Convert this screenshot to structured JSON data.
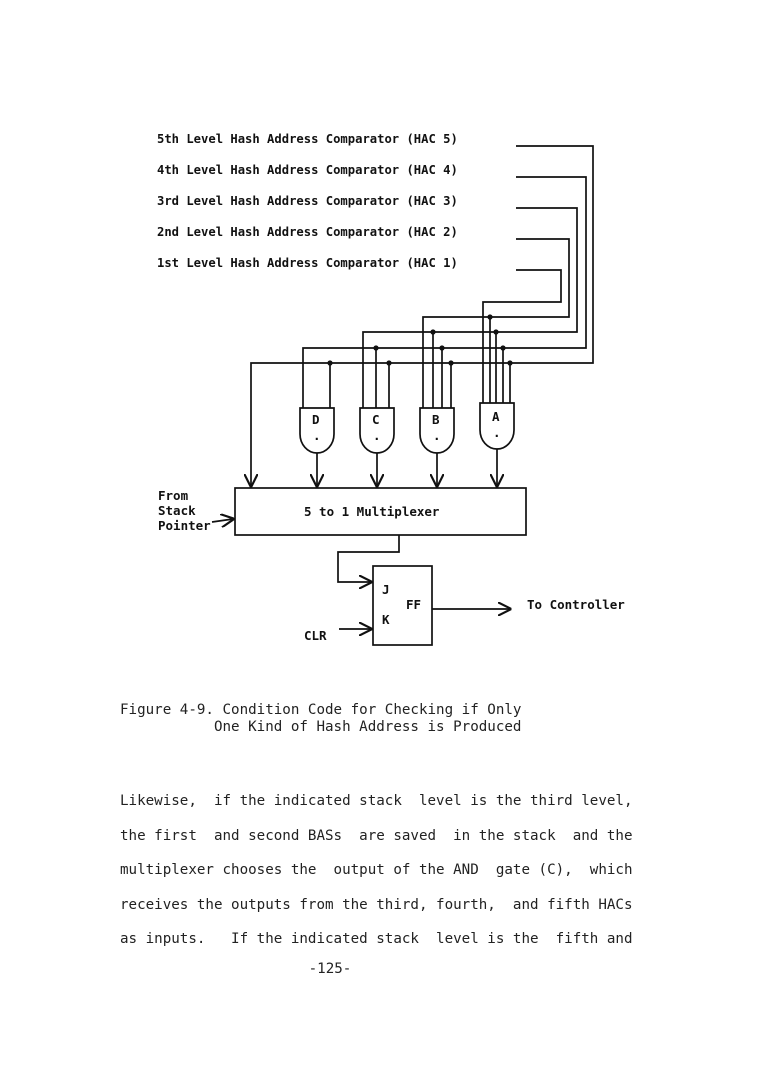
{
  "figure": {
    "comparators": [
      {
        "id": "HAC 5",
        "label": "5th Level Hash Address Comparator (HAC 5)"
      },
      {
        "id": "HAC 4",
        "label": "4th Level Hash Address Comparator (HAC 4)"
      },
      {
        "id": "HAC 3",
        "label": "3rd Level Hash Address Comparator (HAC 3)"
      },
      {
        "id": "HAC 2",
        "label": "2nd Level Hash Address Comparator (HAC 2)"
      },
      {
        "id": "HAC 1",
        "label": "1st Level Hash Address Comparator (HAC 1)"
      }
    ],
    "gates": [
      {
        "name": "D",
        "inputs": [
          "HAC 4",
          "HAC 5"
        ]
      },
      {
        "name": "C",
        "inputs": [
          "HAC 3",
          "HAC 4",
          "HAC 5"
        ]
      },
      {
        "name": "B",
        "inputs": [
          "HAC 2",
          "HAC 3",
          "HAC 4",
          "HAC 5"
        ]
      },
      {
        "name": "A",
        "inputs": [
          "HAC 1",
          "HAC 2",
          "HAC 3",
          "HAC 4",
          "HAC 5"
        ]
      }
    ],
    "gate_symbol": ".",
    "multiplexer_label": "5 to 1 Multiplexer",
    "stack_pointer_label": [
      "From",
      "Stack",
      "Pointer"
    ],
    "flipflop": {
      "label": "FF",
      "j": "J",
      "k": "K"
    },
    "clr_label": "CLR",
    "output_label": "To Controller"
  },
  "caption": {
    "line1": "Figure 4-9. Condition Code for Checking if Only",
    "line2": "           One Kind of Hash Address is Produced"
  },
  "body_text": [
    "Likewise,  if the indicated stack  level is the third level,",
    "the first  and second BASs  are saved  in the stack  and the",
    "multiplexer chooses the  output of the AND  gate (C),  which",
    "receives the outputs from the third, fourth,  and fifth HACs",
    "as inputs.   If the indicated stack  level is the  fifth and"
  ],
  "page_number": "-125-"
}
